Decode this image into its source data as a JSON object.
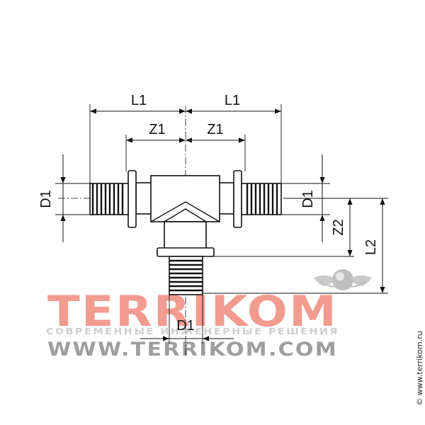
{
  "dimensions": {
    "l1_left": "L1",
    "l1_right": "L1",
    "z1_left": "Z1",
    "z1_right": "Z1",
    "d1_left": "D1",
    "d1_right": "D1",
    "d1_bottom": "D1",
    "z2": "Z2",
    "l2": "L2"
  },
  "watermark": {
    "logo": "TERRIKOM",
    "tagline": "СОВРЕМЕННЫЕ ИНЖЕНЕРНЫЕ РЕШЕНИЯ",
    "url": "WWW.TERRIKOM.COM",
    "copyright": "© www.terrikom.ru"
  },
  "colors": {
    "line": "#111111",
    "logo": "#f29b8f",
    "tagline": "#cfcfcf",
    "url": "#9e9e9e"
  }
}
